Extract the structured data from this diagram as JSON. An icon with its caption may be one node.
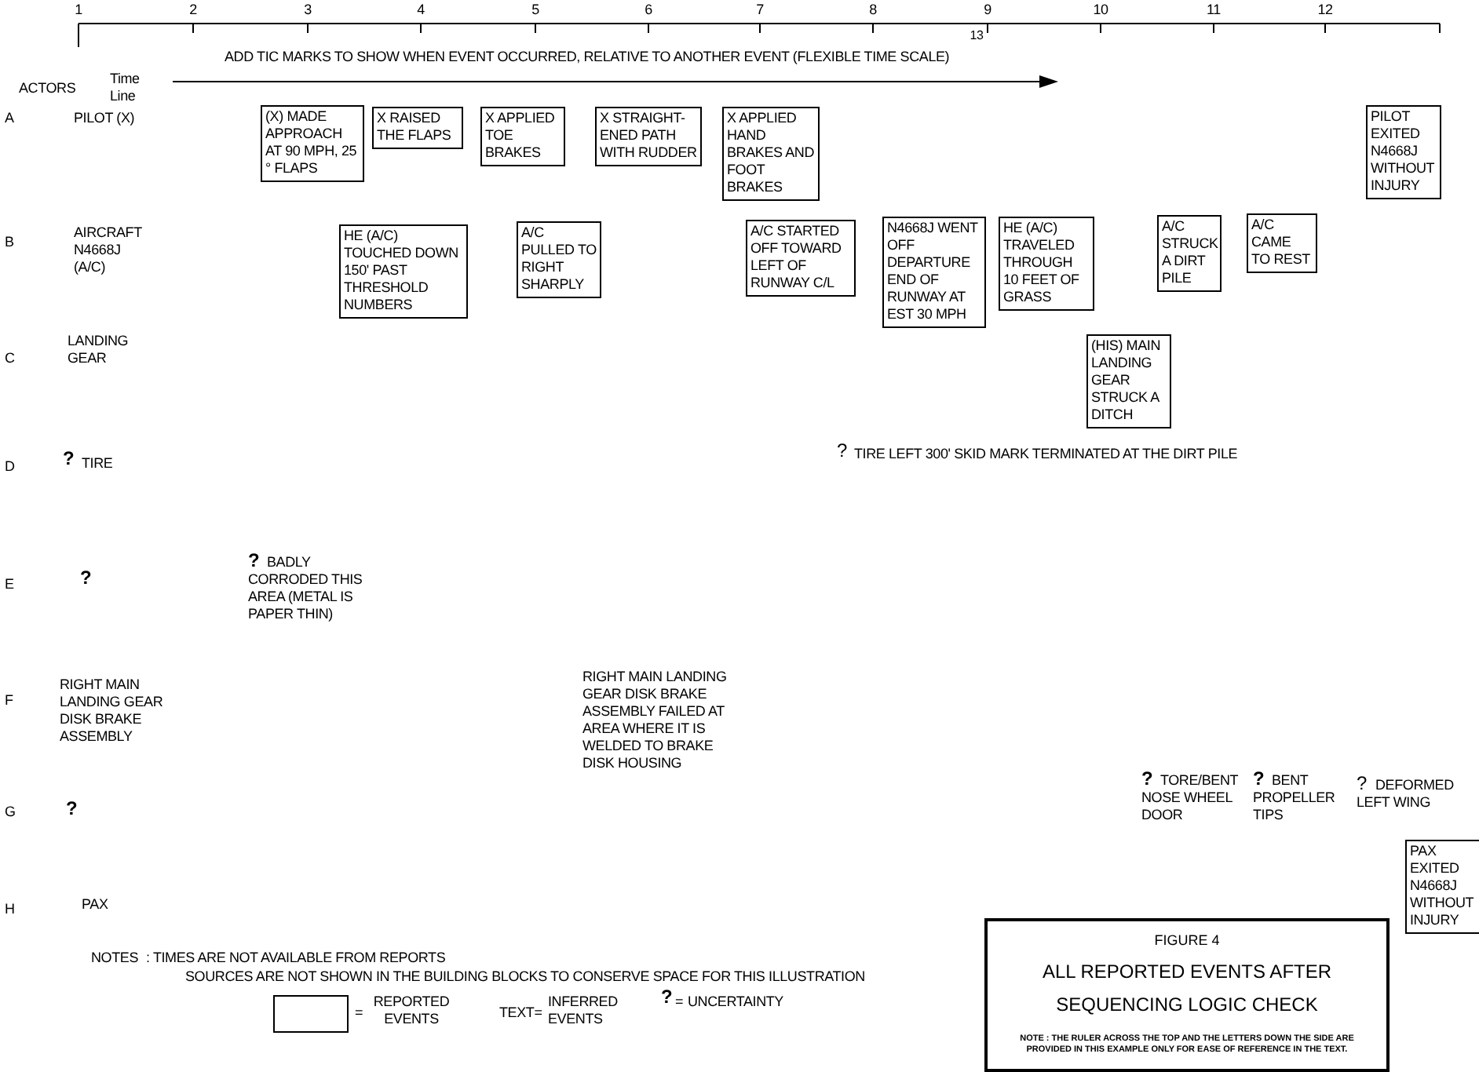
{
  "diagram": {
    "nodes": [
      {
        "text": [
          "(X) MADE APPROACH AT 90 MPH, 25 ° FLAPS"
        ]
      },
      {
        "text": [
          "X RAISED THE FLAPS"
        ]
      },
      {
        "text": [
          "X APPLIED TOE BRAKES"
        ]
      },
      {
        "text": [
          "X STRAIGHT-ENED PATH WITH RUDDER"
        ]
      },
      {
        "text": [
          "X APPLIED HAND BRAKES AND FOOT BRAKES"
        ]
      },
      {
        "text": [
          "PILOT EXITED N4668J WITHOUT INJURY"
        ]
      },
      {
        "text": [
          "HE (A/C) TOUCHED DOWN 150' PAST THRESHOLD NUMBERS"
        ]
      },
      {
        "text": [
          "A/C PULLED TO RIGHT SHARPLY"
        ]
      },
      {
        "text": [
          "A/C STARTED OFF TOWARD LEFT OF RUNWAY C/L"
        ]
      },
      {
        "text": [
          "N4668J WENT OFF DEPARTURE END OF RUNWAY AT EST 30 MPH"
        ]
      },
      {
        "text": [
          "HE (A/C) TRAVELED THROUGH 10 FEET OF GRASS"
        ]
      },
      {
        "text": [
          "A/C STRUCK A DIRT PILE"
        ]
      },
      {
        "text": [
          "A/C CAME TO REST"
        ]
      },
      {
        "text": [
          "(HIS) MAIN LANDING GEAR STRUCK A DITCH"
        ]
      },
      {
        "text": [
          "PAX EXITED N4668J WITHOUT INJURY"
        ]
      },
      {
        "text": [
          "FIGURE 4",
          "ALL REPORTED EVENTS AFTER SEQUENCING LOGIC CHECK",
          "NOTE : THE RULER ACROSS THE TOP AND THE LETTERS DOWN THE SIDE ARE PROVIDED IN THIS EXAMPLE ONLY FOR EASE OF REFERENCE IN THE TEXT."
        ]
      }
    ],
    "labels": [
      "1",
      "2",
      "3",
      "4",
      "5",
      "6",
      "7",
      "8",
      "9",
      "10",
      "11",
      "12",
      "13",
      "ADD TIC MARKS TO SHOW WHEN EVENT OCCURRED, RELATIVE TO ANOTHER EVENT (FLEXIBLE TIME SCALE)",
      "ACTORS",
      "Time Line",
      "A",
      "PILOT (X)",
      "B",
      "AIRCRAFT N4668J (A/C)",
      "C",
      "LANDING GEAR",
      "D",
      "?",
      "TIRE",
      "?",
      "TIRE LEFT 300' SKID MARK TERMINATED AT THE DIRT PILE",
      "E",
      "?",
      "?",
      "BADLY CORRODED THIS AREA (METAL IS PAPER THIN)",
      "F",
      "RIGHT MAIN LANDING GEAR DISK BRAKE ASSEMBLY",
      "RIGHT MAIN LANDING GEAR DISK BRAKE ASSEMBLY FAILED AT AREA WHERE IT IS WELDED TO BRAKE DISK HOUSING",
      "G",
      "?",
      "?",
      "TORE/BENT NOSE WHEEL DOOR",
      "?",
      "BENT PROPELLER TIPS",
      "?",
      "DEFORMED LEFT WING",
      "H",
      "PAX",
      "NOTES",
      ": TIMES ARE NOT AVAILABLE FROM REPORTS",
      "SOURCES ARE NOT SHOWN IN THE BUILDING BLOCKS TO CONSERVE SPACE FOR THIS ILLUSTRATION",
      "=",
      "TEXT=",
      "?",
      "="
    ],
    "legend": [
      {
        "text": "REPORTED EVENTS"
      },
      {
        "text": "INFERRED EVENTS"
      },
      {
        "text": "UNCERTAINTY"
      }
    ]
  }
}
